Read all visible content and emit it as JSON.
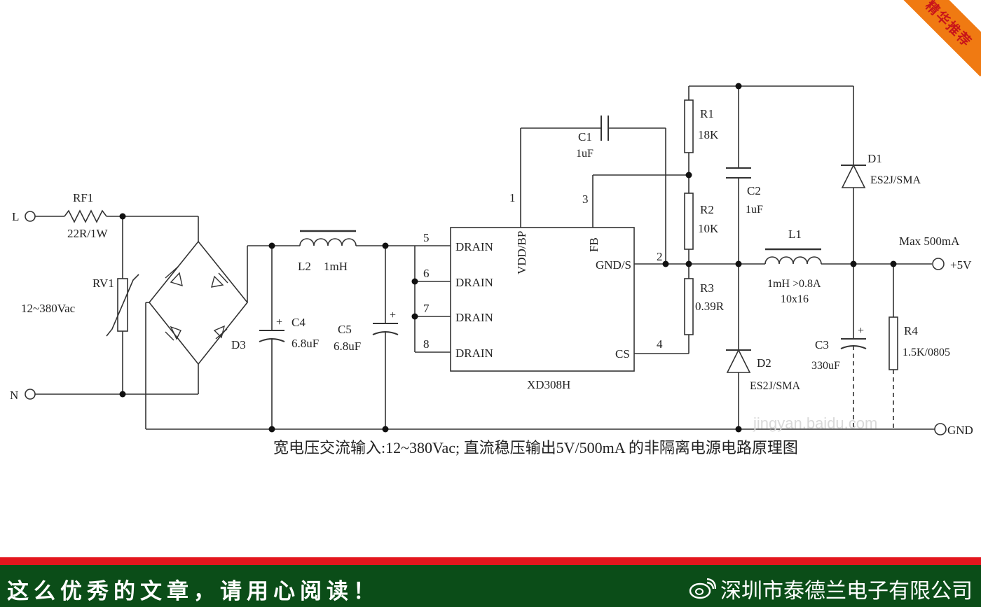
{
  "corner_badge": "精华推荐",
  "terminals": {
    "L": "L",
    "N": "N",
    "out_pos": "+5V",
    "out_gnd": "GND"
  },
  "input_voltage": "12~380Vac",
  "output_note": "Max 500mA",
  "components": {
    "RF1": {
      "ref": "RF1",
      "value": "22R/1W"
    },
    "RV1": {
      "ref": "RV1"
    },
    "D3": {
      "ref": "D3"
    },
    "C4": {
      "ref": "C4",
      "value": "6.8uF"
    },
    "L2": {
      "ref": "L2",
      "value": "1mH"
    },
    "C5": {
      "ref": "C5",
      "value": "6.8uF"
    },
    "C1": {
      "ref": "C1",
      "value": "1uF"
    },
    "R1": {
      "ref": "R1",
      "value": "18K"
    },
    "R2": {
      "ref": "R2",
      "value": "10K"
    },
    "R3": {
      "ref": "R3",
      "value": "0.39R"
    },
    "C2": {
      "ref": "C2",
      "value": "1uF"
    },
    "D1": {
      "ref": "D1",
      "value": "ES2J/SMA"
    },
    "D2": {
      "ref": "D2",
      "value": "ES2J/SMA"
    },
    "L1": {
      "ref": "L1",
      "value": "1mH >0.8A",
      "size": "10x16"
    },
    "C3": {
      "ref": "C3",
      "value": "330uF"
    },
    "R4": {
      "ref": "R4",
      "value": "1.5K/0805"
    }
  },
  "ic": {
    "name": "XD308H",
    "pins": {
      "drain": "DRAIN",
      "vdd": "VDD/BP",
      "fb": "FB",
      "gnd": "GND/S",
      "cs": "CS"
    },
    "pin_numbers": {
      "p1": "1",
      "p2": "2",
      "p3": "3",
      "p4": "4",
      "p5": "5",
      "p6": "6",
      "p7": "7",
      "p8": "8"
    }
  },
  "caption": "宽电压交流输入:12~380Vac; 直流稳压输出5V/500mA 的非隔离电源电路原理图",
  "watermark": "jingyan.baidu.com",
  "banner": {
    "left_text": "这么优秀的文章，请用心阅读！",
    "right_text": "深圳市泰德兰电子有限公司"
  },
  "colors": {
    "banner_bg": "#0b4d18",
    "banner_stripe": "#e3161d",
    "badge_bg": "#f07a12",
    "badge_text": "#c8141a"
  }
}
